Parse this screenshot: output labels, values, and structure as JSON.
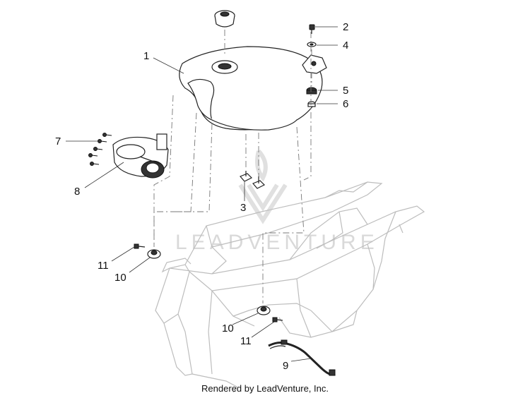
{
  "callouts": [
    {
      "id": "c1",
      "text": "1"
    },
    {
      "id": "c2",
      "text": "2"
    },
    {
      "id": "c3",
      "text": "3"
    },
    {
      "id": "c4",
      "text": "4"
    },
    {
      "id": "c5",
      "text": "5"
    },
    {
      "id": "c6",
      "text": "6"
    },
    {
      "id": "c7",
      "text": "7"
    },
    {
      "id": "c8",
      "text": "8"
    },
    {
      "id": "c9",
      "text": "9"
    },
    {
      "id": "c10a",
      "text": "10"
    },
    {
      "id": "c10b",
      "text": "10"
    },
    {
      "id": "c11a",
      "text": "11"
    },
    {
      "id": "c11b",
      "text": "11"
    }
  ],
  "watermark": {
    "text": "LEADVENTURE"
  },
  "footer": {
    "text": "Rendered by LeadVenture, Inc."
  },
  "colors": {
    "frame": "#bdbdbd",
    "ink": "#222222",
    "watermark": "#d9d9d9"
  }
}
